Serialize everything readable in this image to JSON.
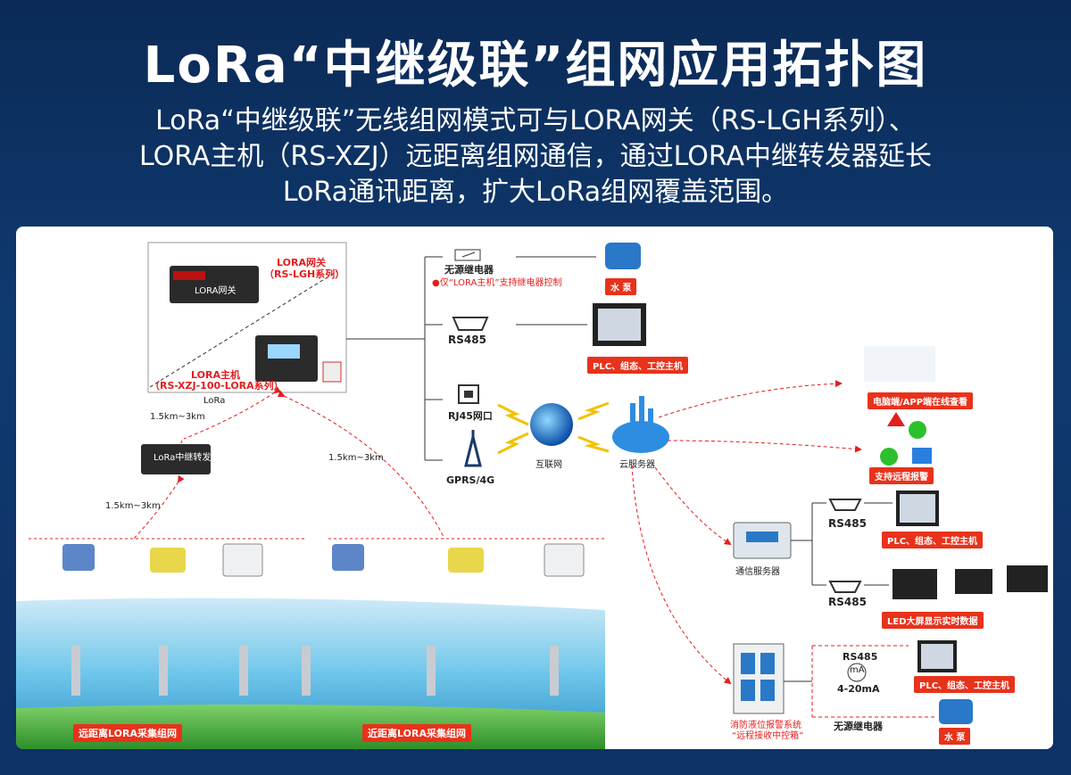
{
  "header": {
    "title": "LoRa“中继级联”组网应用拓扑图",
    "subtitle_lines": [
      "LoRa“中继级联”无线组网模式可与LORA网关（RS-LGH系列）、",
      "LORA主机（RS-XZJ）远距离组网通信，通过LORA中继转发器延长",
      "LoRa通讯距离，扩大LoRa组网覆盖范围。"
    ]
  },
  "diagram": {
    "gateway": {
      "name": "LORA网关",
      "model": "（RS-LGH系列）"
    },
    "host": {
      "name": "LORA主机",
      "model": "（RS-XZJ-100-LORA系列）"
    },
    "lora_badge": "LoRa",
    "device_label_gateway": "LORA网关",
    "repeater_label": "LoRa中继转发器",
    "distance": "1.5km~3km",
    "relay": {
      "label": "无源继电器",
      "note": "●仅“LORA主机”支持继电器控制"
    },
    "rs485": "RS485",
    "rj45": "RJ45网口",
    "gprs": "GPRS/4G",
    "internet": "互联网",
    "cloud": "云服务器",
    "pump": "水 泵",
    "plc": "PLC、组态、工控主机",
    "remote_view": "电脑端/APP端在线查看",
    "remote_alarm": "支持远程报警",
    "comm_server": "通信服务器",
    "led": "LED大屏显示实时数据",
    "ma": "mA",
    "current": "4-20mA",
    "fire_box_line1": "消防液位报警系统",
    "fire_box_line2": "“远程接收中控箱”",
    "net_far": "远距离LORA采集组网",
    "net_near": "近距离LORA采集组网"
  },
  "colors": {
    "accent_red": "#e8321b",
    "line_red": "#e51d1d",
    "navy": "#0b2a56"
  }
}
